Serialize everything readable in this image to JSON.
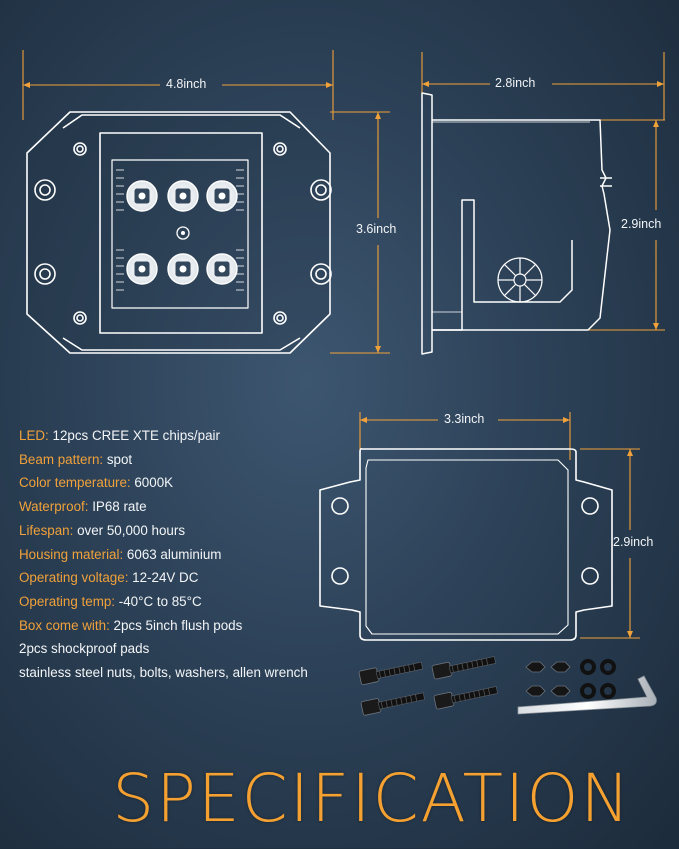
{
  "colors": {
    "accent": "#f4a132",
    "dimension_line": "#f0a13a",
    "outline": "#ffffff",
    "background": "#2c4157"
  },
  "dimensions": {
    "front_width": "4.8inch",
    "front_height": "3.6inch",
    "side_depth": "2.8inch",
    "side_height": "2.9inch",
    "back_width": "3.3inch",
    "back_height": "2.9inch"
  },
  "specs": [
    {
      "label": "LED:",
      "value": " 12pcs CREE XTE chips/pair"
    },
    {
      "label": "Beam pattern:",
      "value": " spot"
    },
    {
      "label": "Color temperature:",
      "value": " 6000K"
    },
    {
      "label": "Waterproof:",
      "value": " IP68 rate"
    },
    {
      "label": "Lifespan:",
      "value": " over 50,000 hours"
    },
    {
      "label": "Housing material:",
      "value": " 6063 aluminium"
    },
    {
      "label": "Operating voltage:",
      "value": " 12-24V DC"
    },
    {
      "label": "Operating temp:",
      "value": " -40°C to 85°C"
    },
    {
      "label": "Box come with:",
      "value": " 2pcs 5inch flush pods"
    }
  ],
  "spec_extra": [
    "2pcs shockproof pads",
    "stainless steel nuts, bolts, washers, allen wrench"
  ],
  "title": "SPECIFICATION",
  "icons": [
    "light-front-view",
    "light-side-view",
    "light-back-view",
    "bolt-icon",
    "nut-icon",
    "washer-icon",
    "allen-wrench-icon"
  ]
}
